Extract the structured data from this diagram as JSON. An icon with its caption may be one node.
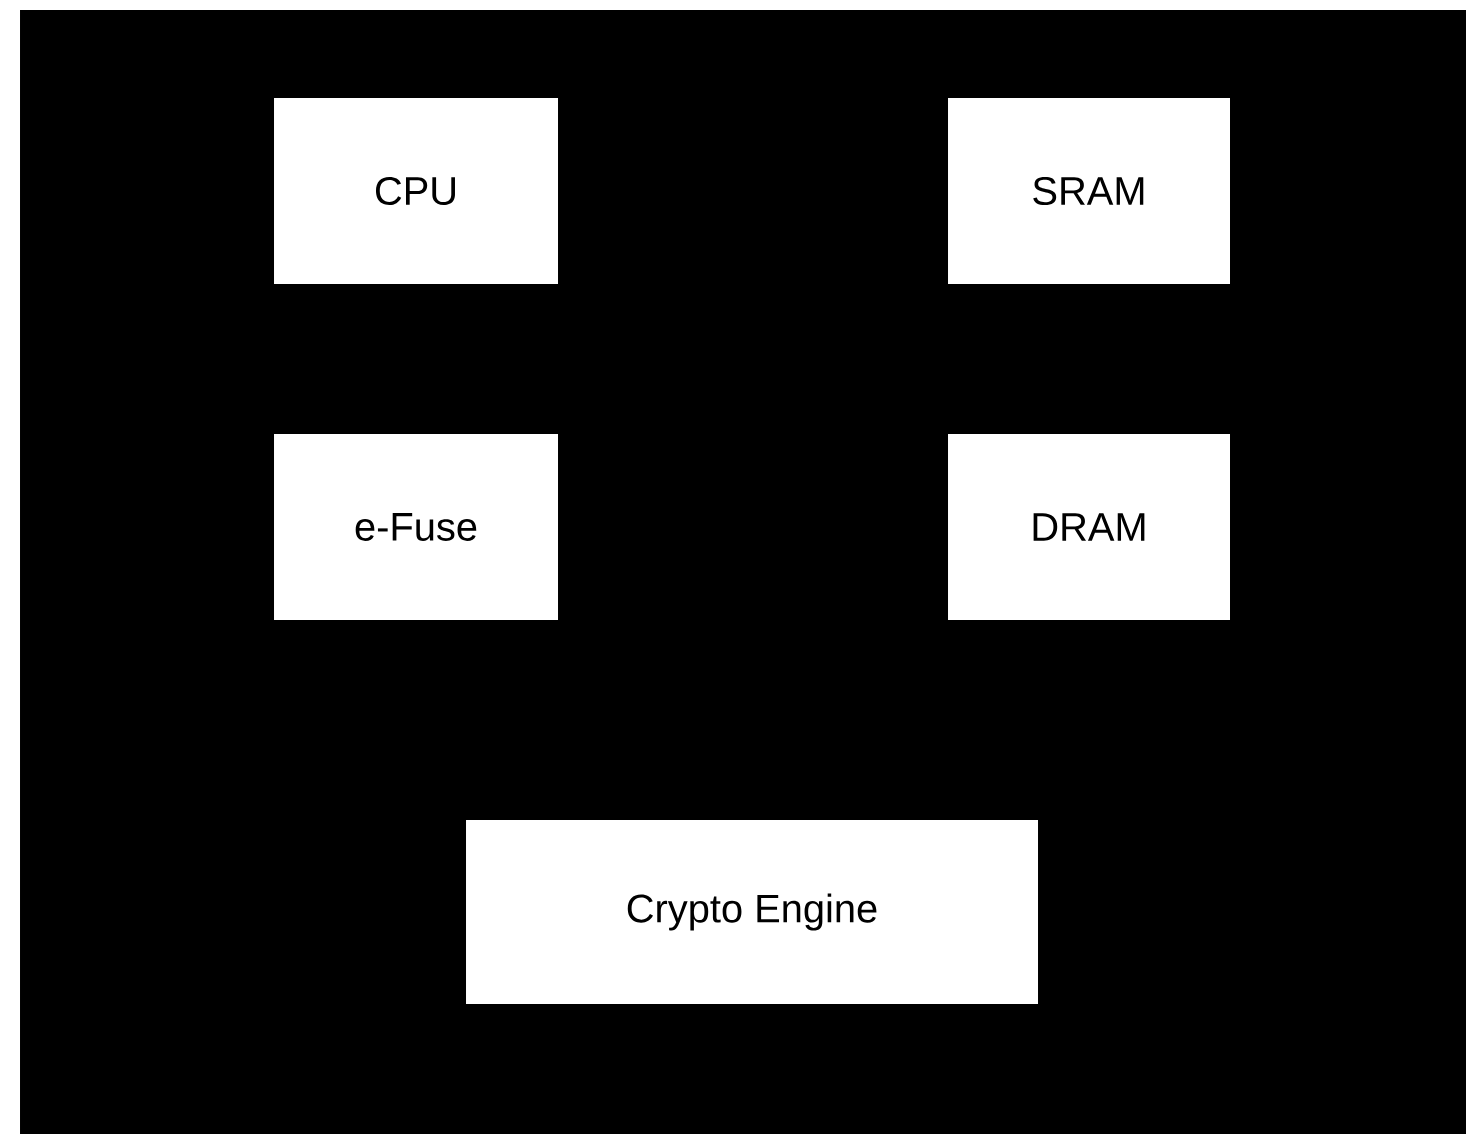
{
  "diagram": {
    "nodes": [
      {
        "text": [
          "CPU"
        ]
      },
      {
        "text": [
          "SRAM"
        ]
      },
      {
        "text": [
          "e-Fuse"
        ]
      },
      {
        "text": [
          "DRAM"
        ]
      },
      {
        "text": [
          "Crypto Engine"
        ]
      }
    ]
  }
}
